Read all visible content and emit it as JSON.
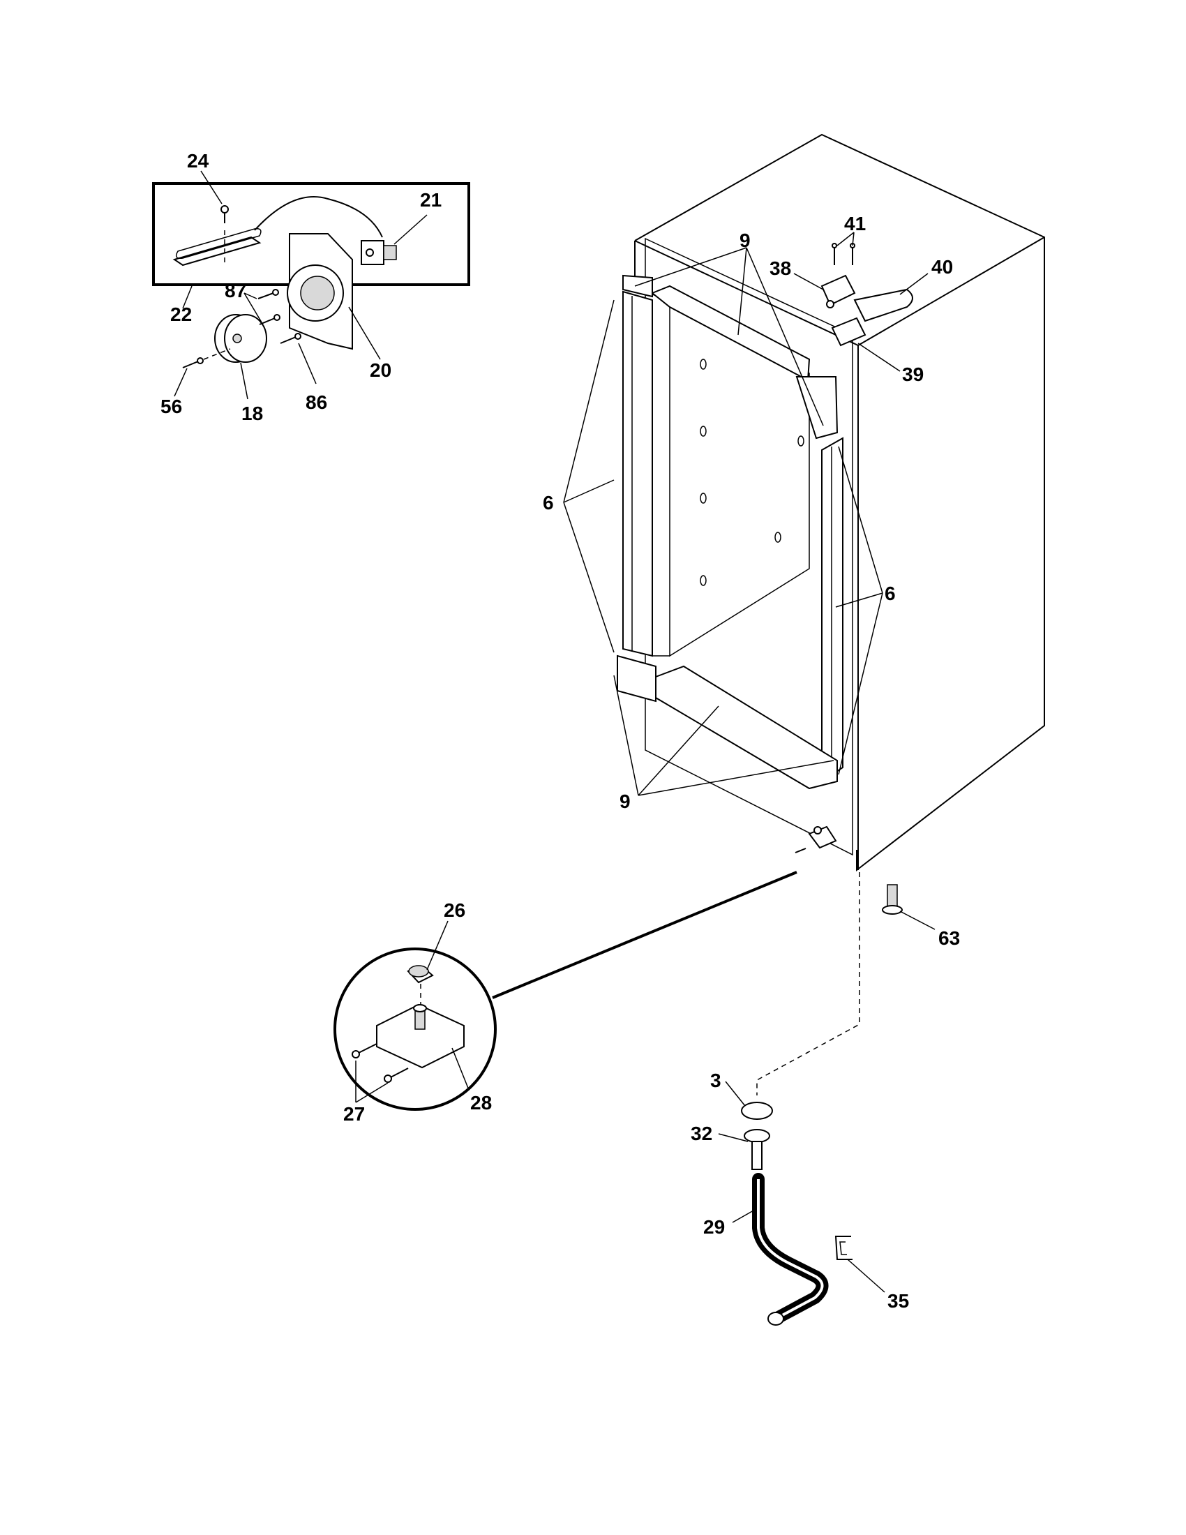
{
  "diagram": {
    "callouts": {
      "c24": "24",
      "c21": "21",
      "c87": "87",
      "c22": "22",
      "c18": "18",
      "c56": "56",
      "c86": "86",
      "c20": "20",
      "c41": "41",
      "c38": "38",
      "c40": "40",
      "c39": "39",
      "c9_top": "9",
      "c6_left": "6",
      "c6_right": "6",
      "c9_bottom": "9",
      "c26": "26",
      "c27": "27",
      "c28": "28",
      "c63": "63",
      "c3": "3",
      "c32": "32",
      "c29": "29",
      "c35": "35"
    }
  }
}
